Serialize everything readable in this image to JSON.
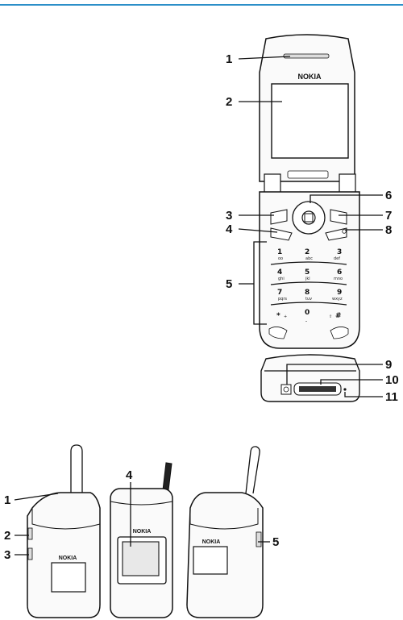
{
  "brand": "NOKIA",
  "front_callouts": [
    "1",
    "2",
    "3",
    "4",
    "5",
    "6",
    "7",
    "8",
    "9",
    "10",
    "11"
  ],
  "side_callouts": [
    "1",
    "2",
    "3",
    "4",
    "5"
  ],
  "keypad": [
    {
      "num": "1",
      "letters": "oo"
    },
    {
      "num": "2",
      "letters": "abc"
    },
    {
      "num": "3",
      "letters": "def"
    },
    {
      "num": "4",
      "letters": "ghi"
    },
    {
      "num": "5",
      "letters": "jkl"
    },
    {
      "num": "6",
      "letters": "mno"
    },
    {
      "num": "7",
      "letters": "pqrs"
    },
    {
      "num": "8",
      "letters": "tuv"
    },
    {
      "num": "9",
      "letters": "wxyz"
    },
    {
      "num": "*",
      "letters": "+"
    },
    {
      "num": "0",
      "letters": "⎵"
    },
    {
      "num": "#",
      "letters": "⇧"
    }
  ],
  "accent_color": "#2c8fc8"
}
